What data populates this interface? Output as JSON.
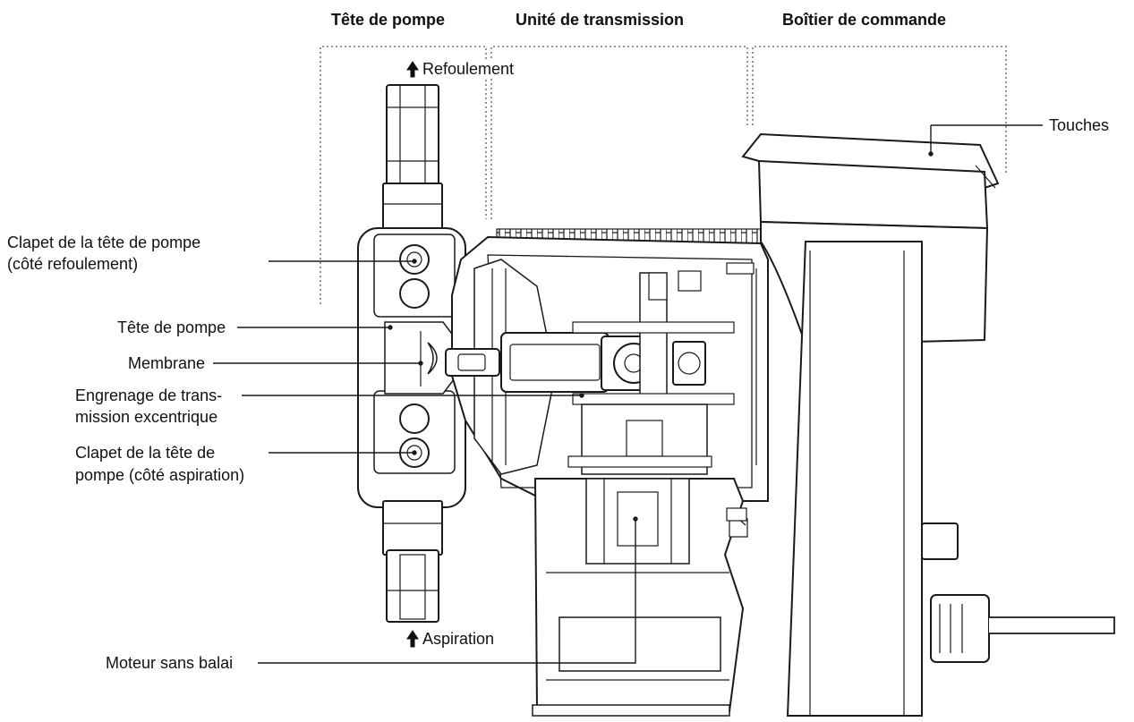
{
  "sections": {
    "pump_head": "Tête de pompe",
    "transmission_unit": "Unité de transmission",
    "control_box": "Boîtier de commande"
  },
  "flow": {
    "discharge": "Refoulement",
    "suction": "Aspiration"
  },
  "labels": {
    "valve_discharge_1": "Clapet de la tête de pompe",
    "valve_discharge_2": "(côté refoulement)",
    "pump_head": "Tête de pompe",
    "membrane": "Membrane",
    "gear_1": "Engrenage de trans-",
    "gear_2": "mission excentrique",
    "valve_suction_1": "Clapet de la tête de",
    "valve_suction_2": "pompe (côté aspiration)",
    "motor": "Moteur sans balai",
    "keys": "Touches"
  },
  "colors": {
    "line": "#1a1a1a",
    "bracket": "#777777"
  }
}
